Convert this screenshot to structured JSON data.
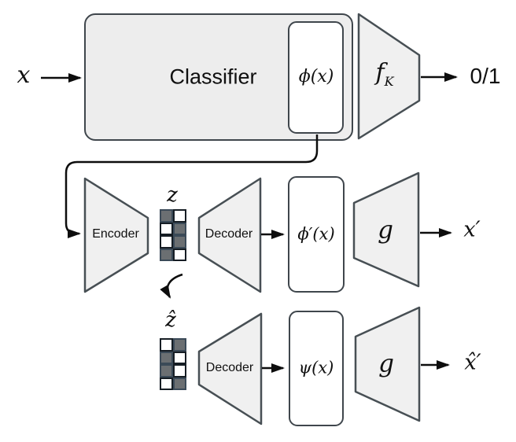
{
  "top_row": {
    "input_label": "x",
    "classifier_label": "Classifier",
    "feature_box_label": "ϕ(x)",
    "fk_label_main": "f",
    "fk_label_sub": "K",
    "output_label": "0/1"
  },
  "middle_row": {
    "encoder_label": "Encoder",
    "latent_label": "z",
    "latent_grid": [
      [
        "dark",
        "white"
      ],
      [
        "white",
        "dark"
      ],
      [
        "white",
        "dark"
      ],
      [
        "dark",
        "white"
      ]
    ],
    "decoder_label": "Decoder",
    "feature_box_label": "ϕ′(x)",
    "generator_label": "g",
    "output_label": "x′"
  },
  "bottom_row": {
    "latent_label": "ẑ",
    "latent_grid": [
      [
        "white",
        "dark"
      ],
      [
        "dark",
        "white"
      ],
      [
        "dark",
        "white"
      ],
      [
        "white",
        "dark"
      ]
    ],
    "decoder_label": "Decoder",
    "feature_box_label": "ψ(x)",
    "generator_label": "g",
    "output_label": "x̂′"
  },
  "colors": {
    "shape_fill": "#f0f0f0",
    "shape_stroke": "#474f54",
    "arrow_color": "#0d0d0d",
    "dark_cell_fill": "#6b6f72",
    "dark_cell_border": "#3b4a58",
    "white_cell_border": "#161d24",
    "box_border": "#3f464c",
    "classifier_fill": "#ededed"
  }
}
